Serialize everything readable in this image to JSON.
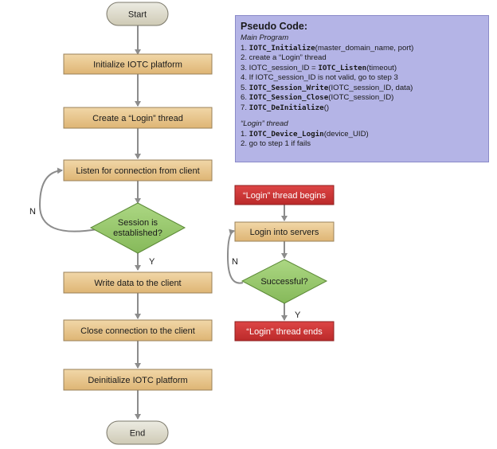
{
  "flow": {
    "start": "Start",
    "init": "Initialize IOTC platform",
    "create_login": "Create a “Login” thread",
    "listen": "Listen for connection from client",
    "session_q_line1": "Session is",
    "session_q_line2": "established?",
    "write": "Write data to the client",
    "close": "Close connection to the client",
    "deinit": "Deinitialize IOTC platform",
    "end": "End",
    "label_n": "N",
    "label_y": "Y"
  },
  "login_flow": {
    "begins": "“Login” thread begins",
    "login": "Login into servers",
    "successful": "Successful?",
    "ends": "“Login” thread ends",
    "label_n": "N",
    "label_y": "Y"
  },
  "pseudo": {
    "title": "Pseudo Code:",
    "main_heading": "Main Program",
    "main_lines": [
      {
        "num": "1. ",
        "code": "IOTC_Initialize",
        "rest": "(master_domain_name, port)"
      },
      {
        "num": "2. ",
        "code": "",
        "rest": "create a “Login” thread"
      },
      {
        "num": "3. ",
        "code": "",
        "rest": "IOTC_session_ID = ",
        "code2": "IOTC_Listen",
        "rest2": "(timeout)"
      },
      {
        "num": "4. ",
        "code": "",
        "rest": "If IOTC_session_ID is not valid, go to step 3"
      },
      {
        "num": "5. ",
        "code": "IOTC_Session_Write",
        "rest": "(IOTC_session_ID, data)"
      },
      {
        "num": "6. ",
        "code": "IOTC_Session_Close",
        "rest": "(IOTC_session_ID)"
      },
      {
        "num": "7. ",
        "code": "IOTC_DeInitialize",
        "rest": "()"
      }
    ],
    "login_heading": "“Login” thread",
    "login_lines": [
      {
        "num": "1. ",
        "code": "IOTC_Device_Login",
        "rest": "(device_UID)"
      },
      {
        "num": "2. ",
        "code": "",
        "rest": "go to step 1 if fails"
      }
    ]
  },
  "colors": {
    "process_fill": "#e8c48a",
    "terminal_fill": "#ddd9c8",
    "decision_fill": "#9acb6e",
    "red_fill": "#cc3333",
    "pseudo_fill": "#b4b4e6",
    "arrow": "#8c8c8c"
  }
}
